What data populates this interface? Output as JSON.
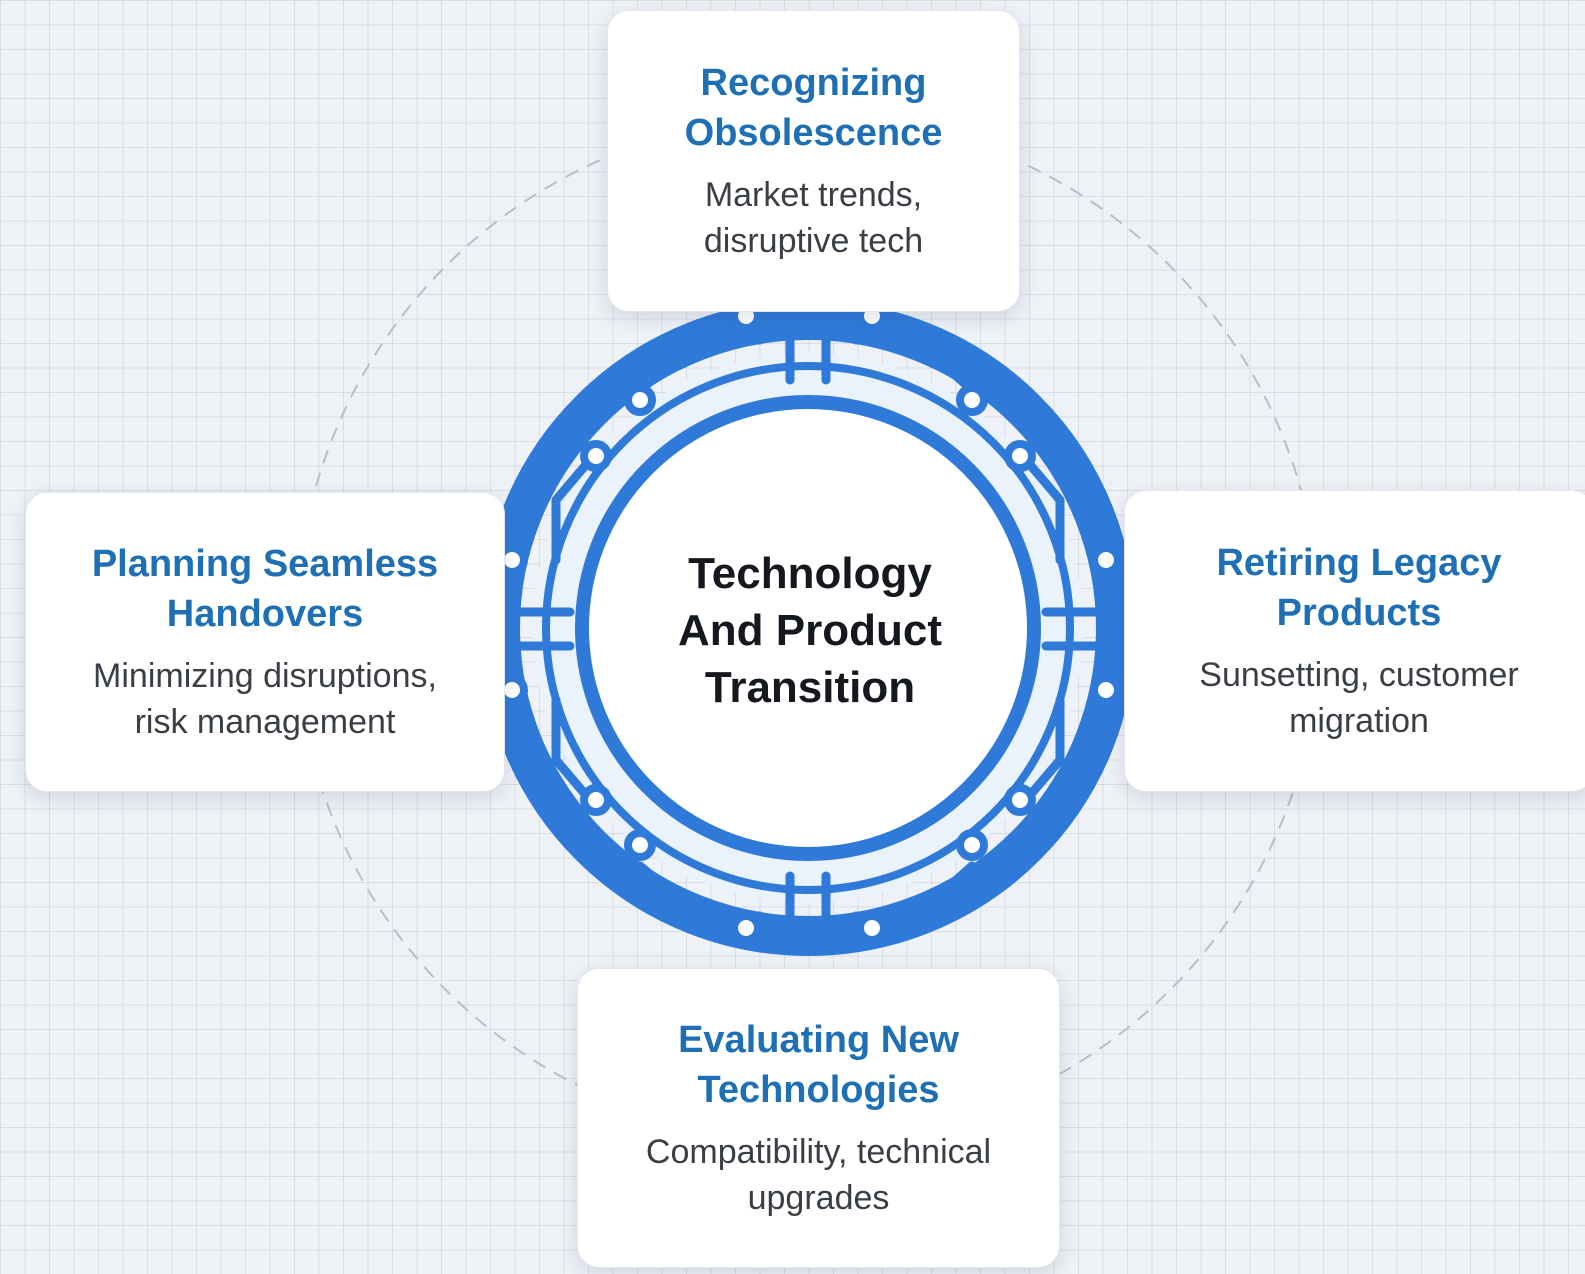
{
  "center": {
    "lines": [
      "Technology",
      "And Product",
      "Transition"
    ]
  },
  "cards": {
    "top": {
      "title_lines": [
        "Recognizing",
        "Obsolescence"
      ],
      "desc_lines": [
        "Market trends,",
        "disruptive tech"
      ]
    },
    "left": {
      "title_lines": [
        "Planning Seamless",
        "Handovers"
      ],
      "desc_lines": [
        "Minimizing disruptions,",
        "risk management"
      ]
    },
    "right": {
      "title_lines": [
        "Retiring Legacy",
        "Products"
      ],
      "desc_lines": [
        "Sunsetting, customer",
        "migration"
      ]
    },
    "bottom": {
      "title_lines": [
        "Evaluating New",
        "Technologies"
      ],
      "desc_lines": [
        "Compatibility, technical",
        "upgrades"
      ]
    }
  },
  "colors": {
    "accent_blue": "#2f7ad9",
    "title_blue": "#1f6fb5",
    "background": "#eef1f6",
    "card": "#ffffff",
    "dashed_orbit": "#b8bfca"
  }
}
